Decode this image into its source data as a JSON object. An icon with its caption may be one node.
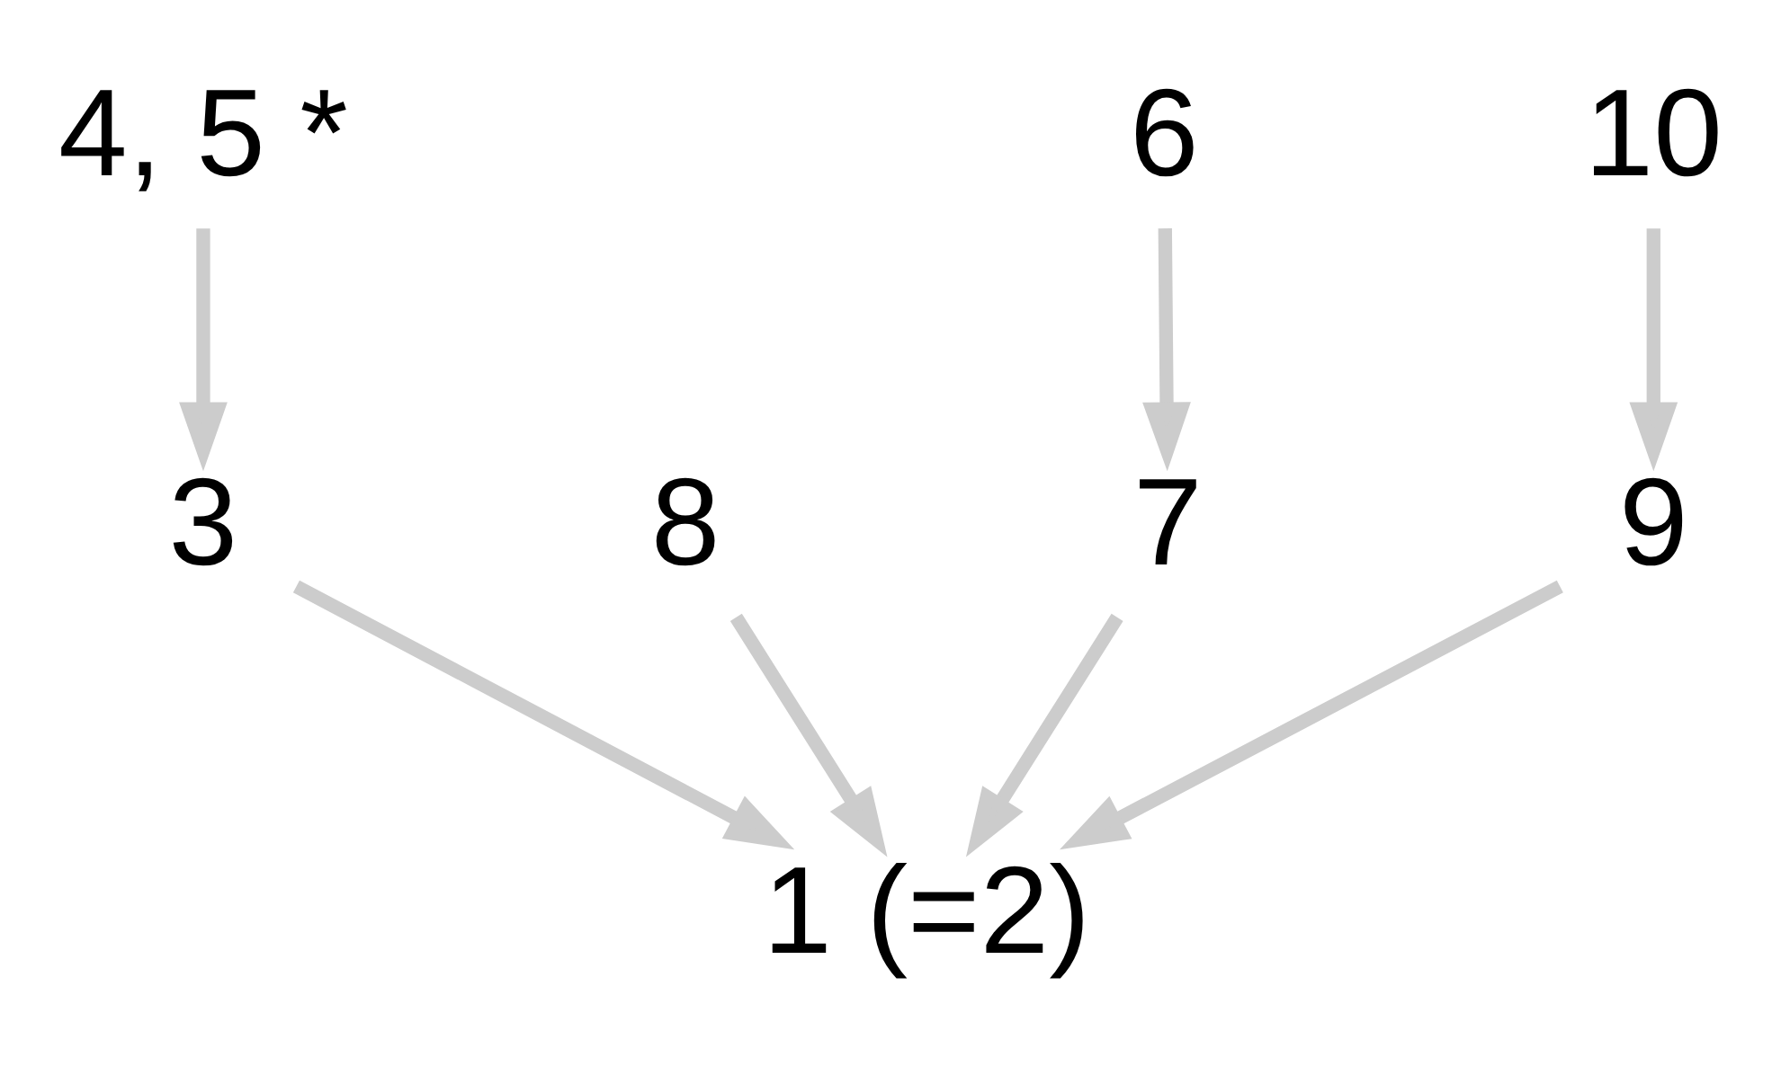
{
  "diagram": {
    "nodes": [
      {
        "text": [
          "4, 5 *"
        ]
      },
      {
        "text": [
          "6"
        ]
      },
      {
        "text": [
          "8"
        ]
      },
      {
        "text": [
          "10"
        ]
      },
      {
        "text": [
          "3"
        ]
      },
      {
        "text": [
          "7"
        ]
      },
      {
        "text": [
          "9"
        ]
      },
      {
        "text": [
          "1 (=2)"
        ]
      }
    ],
    "edges": [
      {
        "from": 0,
        "to": 4,
        "arrow": "to"
      },
      {
        "from": 1,
        "to": 5,
        "arrow": "to"
      },
      {
        "from": 2,
        "to": 7,
        "arrow": "to"
      },
      {
        "from": 3,
        "to": 6,
        "arrow": "to"
      },
      {
        "from": 4,
        "to": 7,
        "arrow": "to"
      },
      {
        "from": 5,
        "to": 7,
        "arrow": "to"
      },
      {
        "from": 6,
        "to": 7,
        "arrow": "to"
      }
    ]
  }
}
